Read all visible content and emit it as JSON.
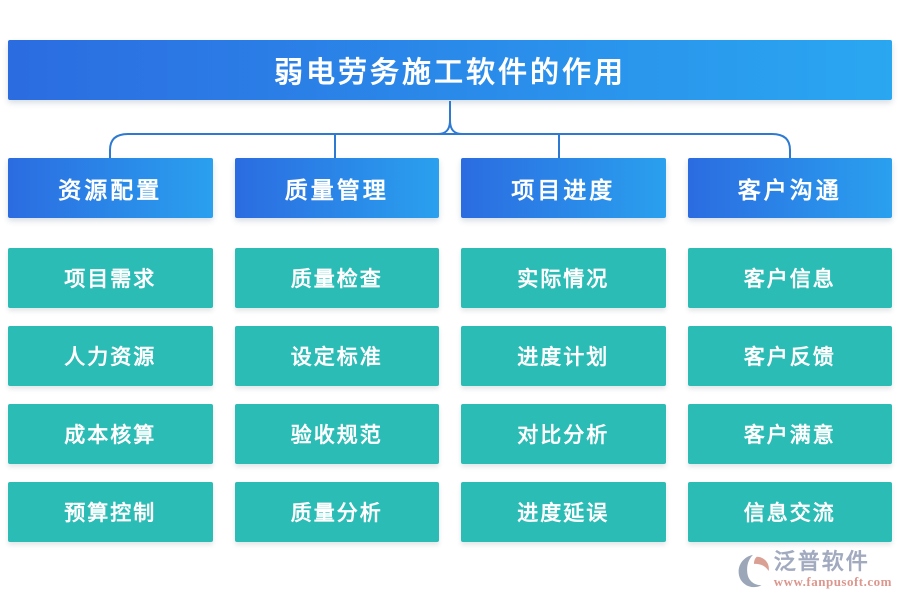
{
  "title": "弱电劳务施工软件的作用",
  "columns": [
    {
      "header": "资源配置",
      "items": [
        "项目需求",
        "人力资源",
        "成本核算",
        "预算控制"
      ]
    },
    {
      "header": "质量管理",
      "items": [
        "质量检查",
        "设定标准",
        "验收规范",
        "质量分析"
      ]
    },
    {
      "header": "项目进度",
      "items": [
        "实际情况",
        "进度计划",
        "对比分析",
        "进度延误"
      ]
    },
    {
      "header": "客户沟通",
      "items": [
        "客户信息",
        "客户反馈",
        "客户满意",
        "信息交流"
      ]
    }
  ],
  "logo": {
    "name": "泛普软件",
    "url": "www.fanpusoft.com"
  },
  "colors": {
    "banner_gradient_left": "#2b6ce1",
    "banner_gradient_right": "#2aa7f1",
    "node_teal": "#2abcb5",
    "connector_blue": "#2e7ad2",
    "logo_gray": "#9aa3ba",
    "logo_salmon": "#d98f85",
    "text_white": "#ffffff"
  }
}
